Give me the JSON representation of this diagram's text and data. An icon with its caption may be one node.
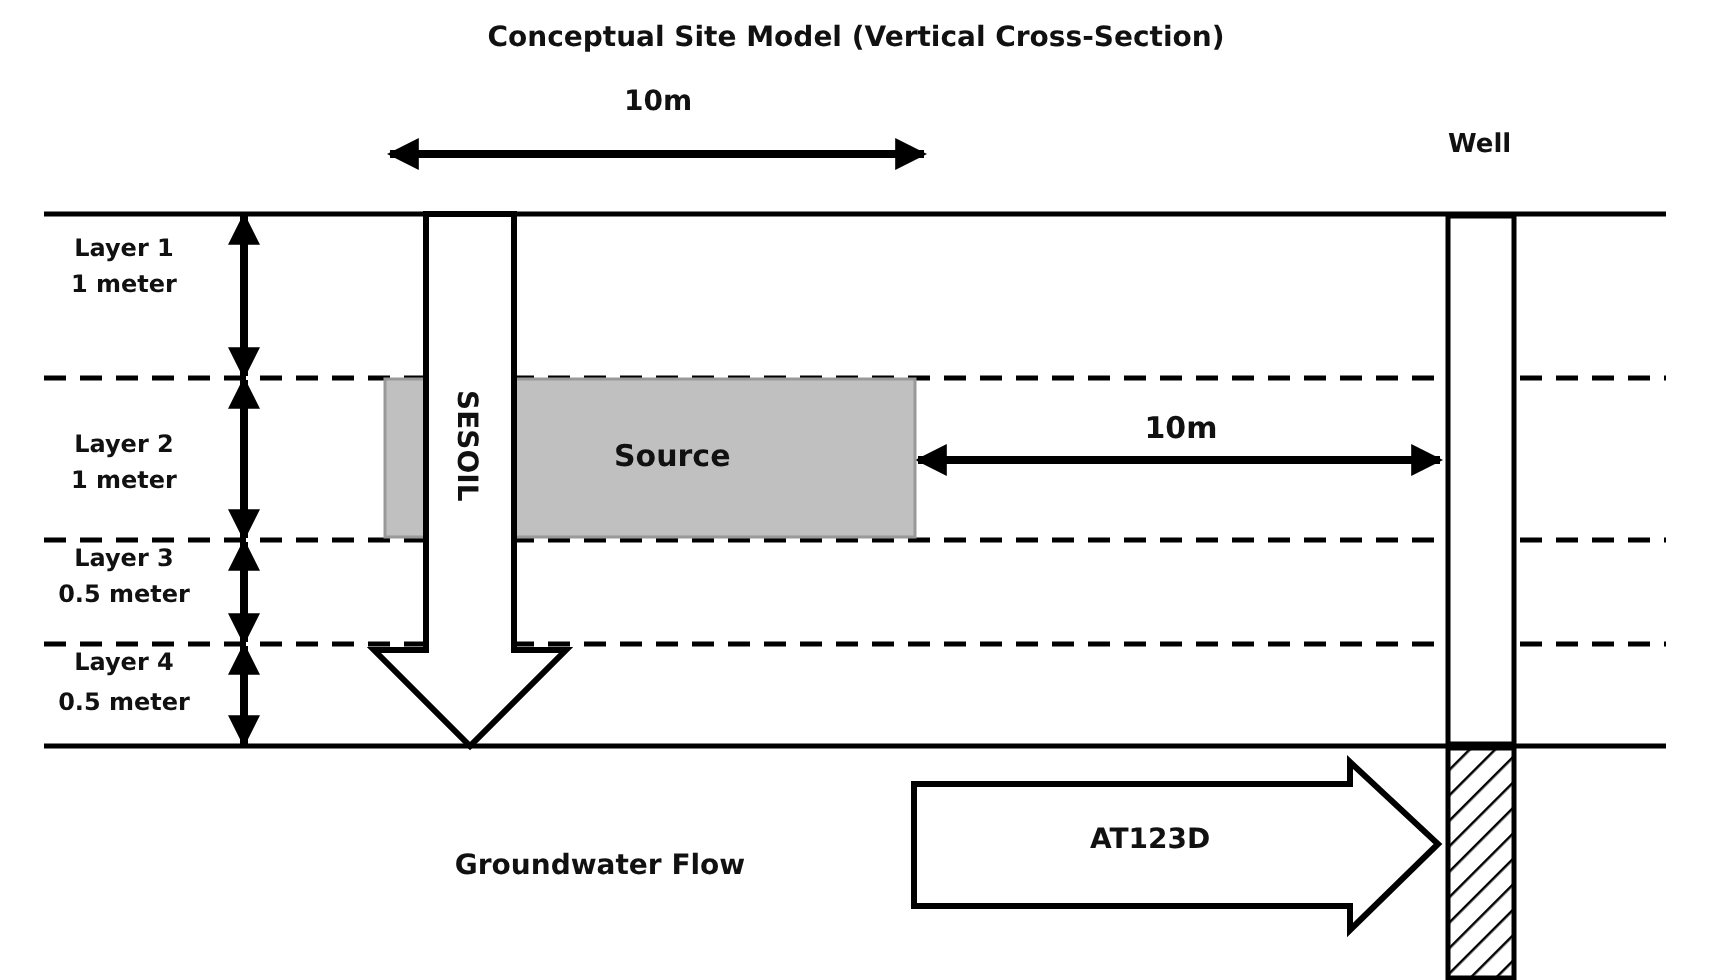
{
  "diagram": {
    "title": "Conceptual Site Model (Vertical Cross-Section)",
    "nodes": [
      {
        "text": [
          "Source"
        ]
      },
      {
        "text": [
          "SESOIL"
        ]
      },
      {
        "text": [
          "Well"
        ]
      },
      {
        "text": [],
        "shape": "bar"
      },
      {
        "text": [
          "AT123D"
        ]
      }
    ],
    "edges": [
      {
        "from": 0,
        "to": 2,
        "arrow": "both",
        "label": "10m"
      }
    ],
    "labels": [
      "10m",
      "Layer 1",
      "1 meter",
      "Layer 2",
      "1 meter",
      "Layer 3",
      "0.5 meter",
      "Layer 4",
      "0.5 meter",
      "Groundwater Flow"
    ]
  }
}
